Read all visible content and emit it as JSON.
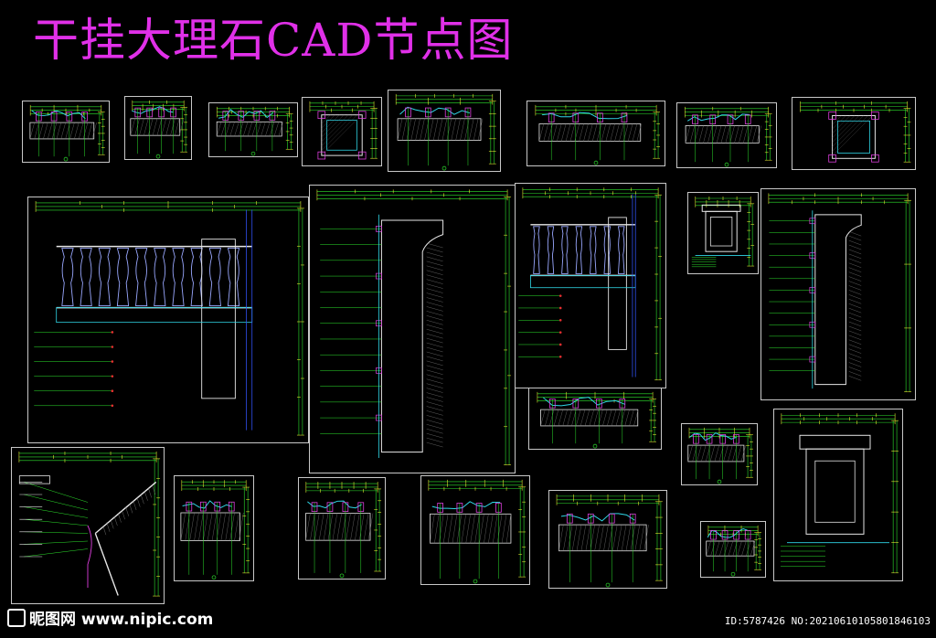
{
  "title": "干挂大理石CAD节点图",
  "watermark": {
    "brand": "昵图网 www.nipic.com",
    "id": "ID:5787426 NO:20210610105801846103"
  },
  "colors": {
    "background": "#000000",
    "title": "#e030e8",
    "frame": "#c8c8c8",
    "line_green": "#2ee62e",
    "line_cyan": "#30d8e8",
    "line_yellow": "#e8e830",
    "line_magenta": "#e040e0",
    "line_white": "#e8e8e8",
    "line_red": "#e83030",
    "line_blue": "#3050f0"
  },
  "drawings": [
    {
      "name": "detail-1",
      "kind": "section"
    },
    {
      "name": "detail-2",
      "kind": "section"
    },
    {
      "name": "detail-3",
      "kind": "section"
    },
    {
      "name": "detail-4",
      "kind": "plan-square"
    },
    {
      "name": "detail-5",
      "kind": "section"
    },
    {
      "name": "detail-6",
      "kind": "section"
    },
    {
      "name": "detail-7",
      "kind": "section"
    },
    {
      "name": "detail-8",
      "kind": "plan-square"
    },
    {
      "name": "balustrade-elevation-left",
      "kind": "balustrade"
    },
    {
      "name": "cornice-section-center",
      "kind": "cornice"
    },
    {
      "name": "balustrade-elevation-right",
      "kind": "balustrade"
    },
    {
      "name": "panel-elevation",
      "kind": "panel"
    },
    {
      "name": "cornice-section-right",
      "kind": "cornice"
    },
    {
      "name": "corner-detail",
      "kind": "corner"
    },
    {
      "name": "wall-section-a",
      "kind": "section"
    },
    {
      "name": "wall-section-b",
      "kind": "section"
    },
    {
      "name": "wall-section-c",
      "kind": "section"
    },
    {
      "name": "beam-section",
      "kind": "section"
    },
    {
      "name": "wall-section-d",
      "kind": "section"
    },
    {
      "name": "wall-section-e",
      "kind": "section"
    },
    {
      "name": "wall-section-f",
      "kind": "section"
    },
    {
      "name": "panel-elevation-bottom",
      "kind": "panel"
    }
  ]
}
